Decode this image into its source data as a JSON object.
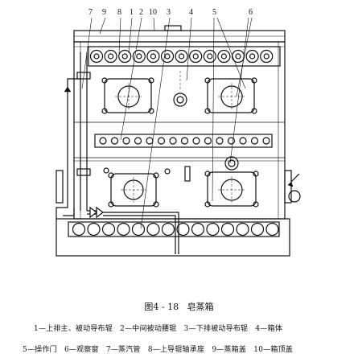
{
  "figure": {
    "callouts": [
      "7",
      "9",
      "8",
      "1",
      "2",
      "3",
      "10",
      "4",
      "5",
      "6"
    ]
  },
  "caption": {
    "label": "图4 - 18",
    "title": "皂蒸箱"
  },
  "legend": [
    {
      "num": "1",
      "text": "上排主、被动导布辊"
    },
    {
      "num": "2",
      "text": "中间被动腰辊"
    },
    {
      "num": "3",
      "text": "下排被动导布辊"
    },
    {
      "num": "4",
      "text": "箱体"
    },
    {
      "num": "5",
      "text": "操作门"
    },
    {
      "num": "6",
      "text": "观察窗"
    },
    {
      "num": "7",
      "text": "蒸汽管"
    },
    {
      "num": "8",
      "text": "上导辊轴承座"
    },
    {
      "num": "9",
      "text": "蒸箱盖"
    },
    {
      "num": "10",
      "text": "箱顶盖"
    }
  ]
}
